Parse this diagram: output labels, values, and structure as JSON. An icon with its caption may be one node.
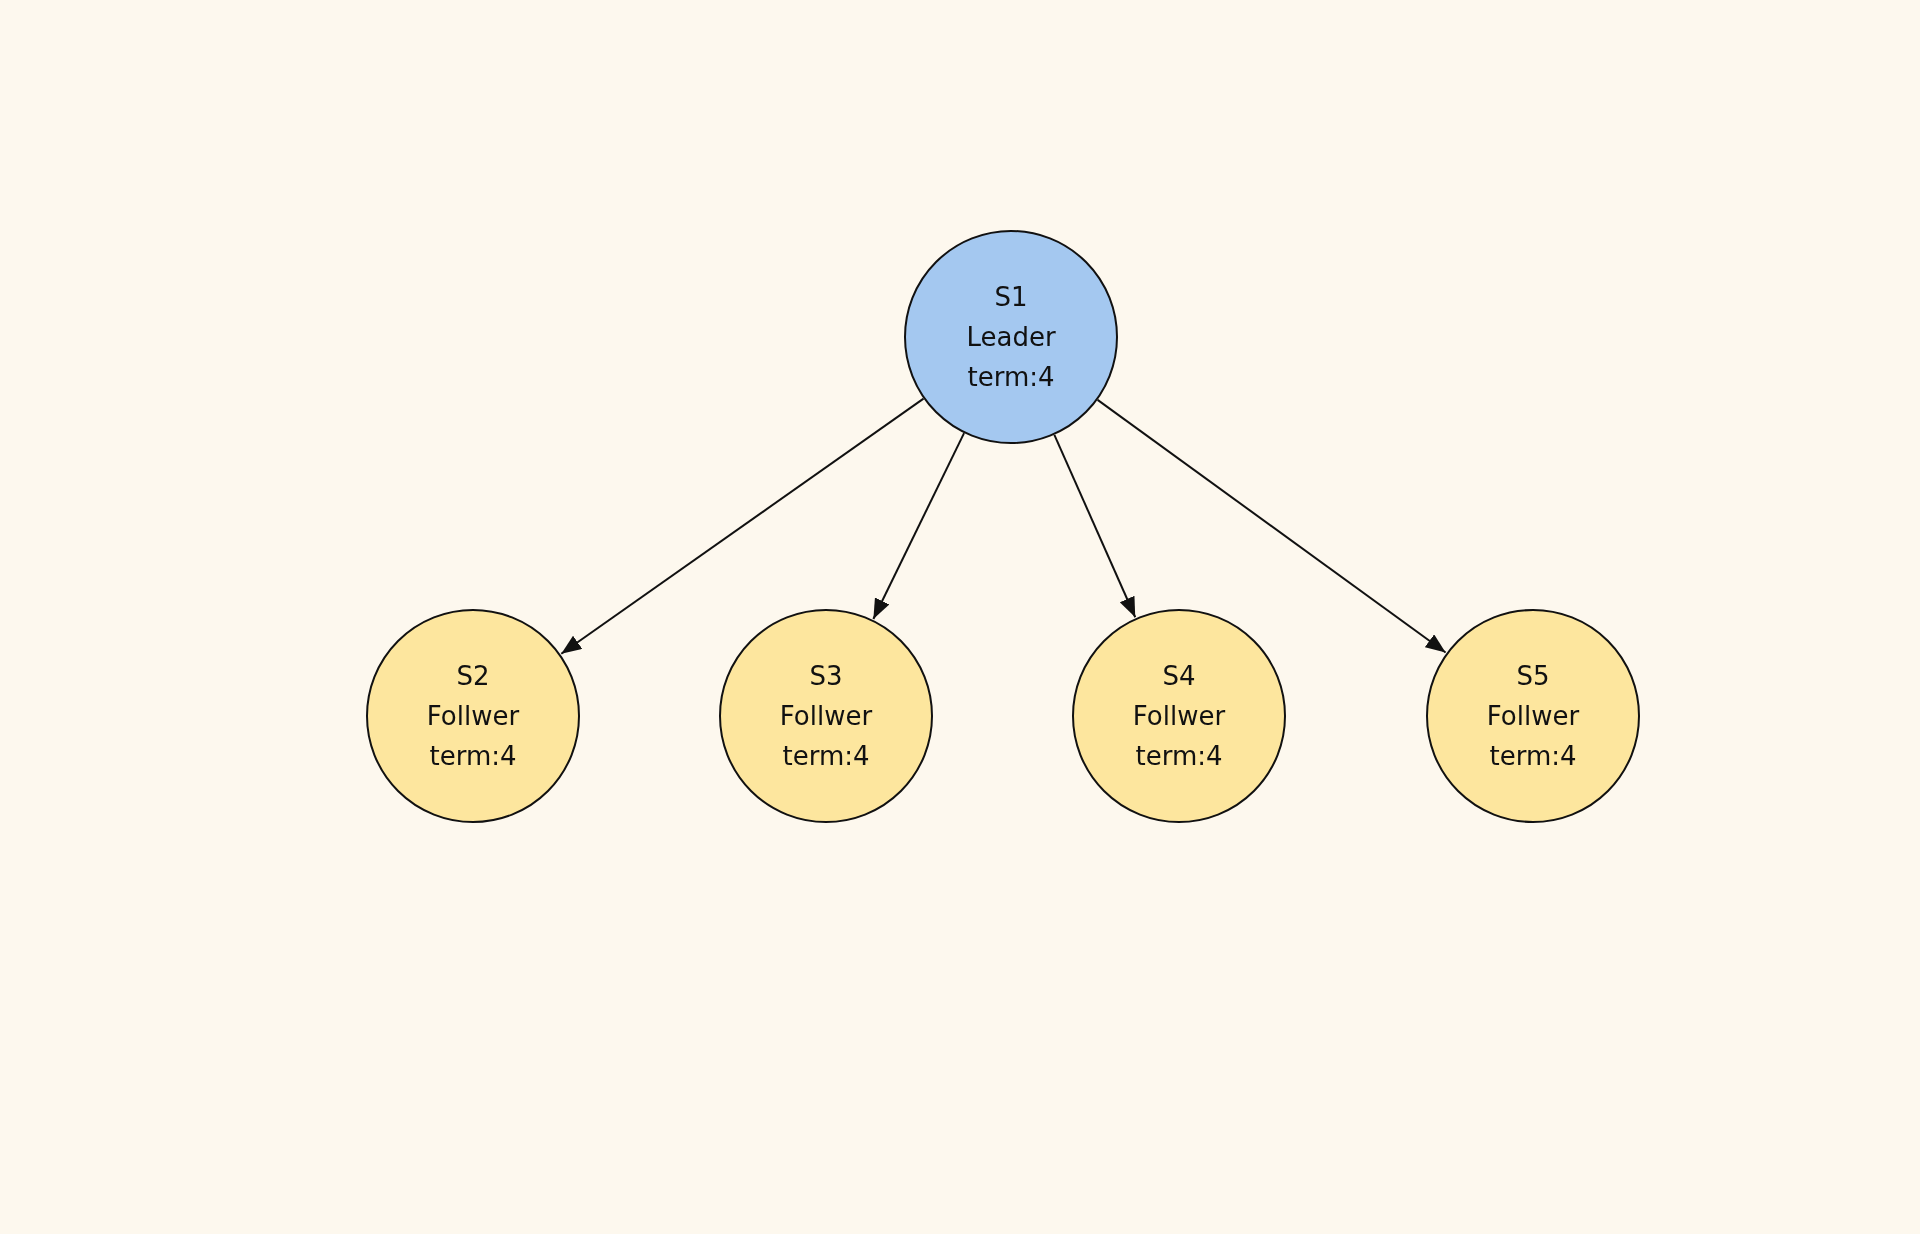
{
  "diagram": {
    "nodes": [
      {
        "text": [
          "S1",
          "Leader",
          "term:4"
        ]
      },
      {
        "text": [
          "S2",
          "Follwer",
          "term:4"
        ]
      },
      {
        "text": [
          "S3",
          "Follwer",
          "term:4"
        ]
      },
      {
        "text": [
          "S4",
          "Follwer",
          "term:4"
        ]
      },
      {
        "text": [
          "S5",
          "Follwer",
          "term:4"
        ]
      }
    ],
    "edges": [
      {
        "from": 0,
        "to": 1,
        "arrow": "to"
      },
      {
        "from": 0,
        "to": 2,
        "arrow": "to"
      },
      {
        "from": 0,
        "to": 3,
        "arrow": "to"
      },
      {
        "from": 0,
        "to": 4,
        "arrow": "to"
      }
    ]
  }
}
